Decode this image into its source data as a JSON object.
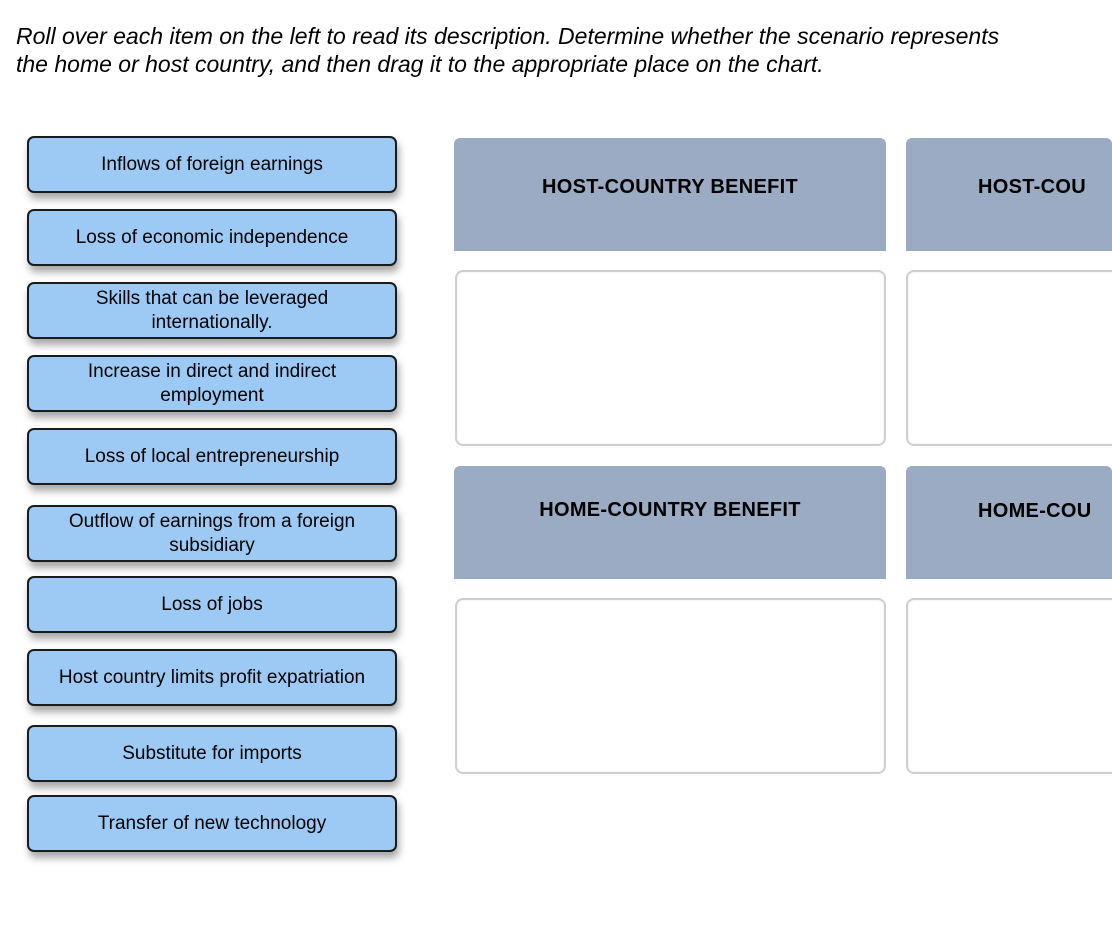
{
  "instructions": {
    "line1": "Roll over each item on the left to read its description. Determine whether the scenario represents",
    "line2": "the home or host country, and then drag it to the appropriate place on the chart."
  },
  "items": [
    {
      "label": "Inflows of foreign earnings"
    },
    {
      "label": "Loss of economic independence"
    },
    {
      "label": "Skills that can be leveraged internationally."
    },
    {
      "label": "Increase in direct and indirect employment"
    },
    {
      "label": "Loss of local entrepreneurship"
    },
    {
      "label": "Outflow of earnings from a foreign subsidiary"
    },
    {
      "label": "Loss of jobs"
    },
    {
      "label": "Host country limits profit expatriation"
    },
    {
      "label": "Substitute for imports"
    },
    {
      "label": "Transfer of new technology"
    }
  ],
  "chart": {
    "host_benefit_header": "HOST-COUNTRY BENEFIT",
    "host_cost_header": "HOST-COU",
    "home_benefit_header": "HOME-COUNTRY BENEFIT",
    "home_cost_header": "HOME-COU"
  },
  "colors": {
    "item_fill": "#9ccaf4",
    "item_border": "#1b1b1b",
    "header_fill": "#9aabc3",
    "drop_zone_border": "#cfcfcf"
  }
}
